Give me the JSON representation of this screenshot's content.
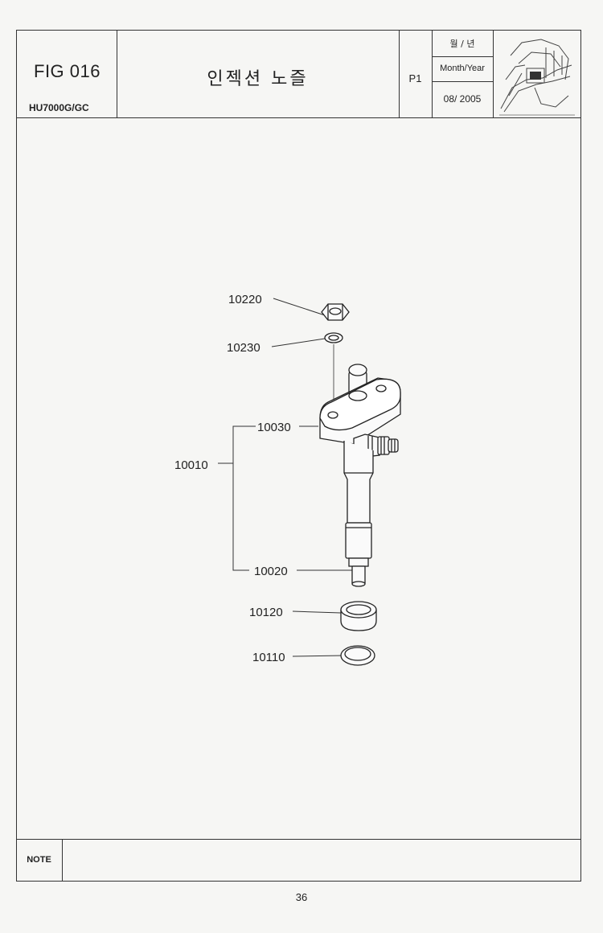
{
  "header": {
    "fig_no": "FIG 016",
    "model": "HU7000G/GC",
    "title": "인젝션 노즐",
    "page": "P1",
    "date_label_kr": "월 / 년",
    "date_label_en": "Month/Year",
    "date_value": "08/ 2005",
    "thumbnail_icon": "machine-illustration-icon"
  },
  "diagram": {
    "parts": [
      {
        "id": "10220"
      },
      {
        "id": "10230"
      },
      {
        "id": "10030"
      },
      {
        "id": "10010"
      },
      {
        "id": "10020"
      },
      {
        "id": "10120"
      },
      {
        "id": "10110"
      }
    ]
  },
  "footer": {
    "note_label": "NOTE",
    "note_text": "",
    "page_number": "36"
  }
}
